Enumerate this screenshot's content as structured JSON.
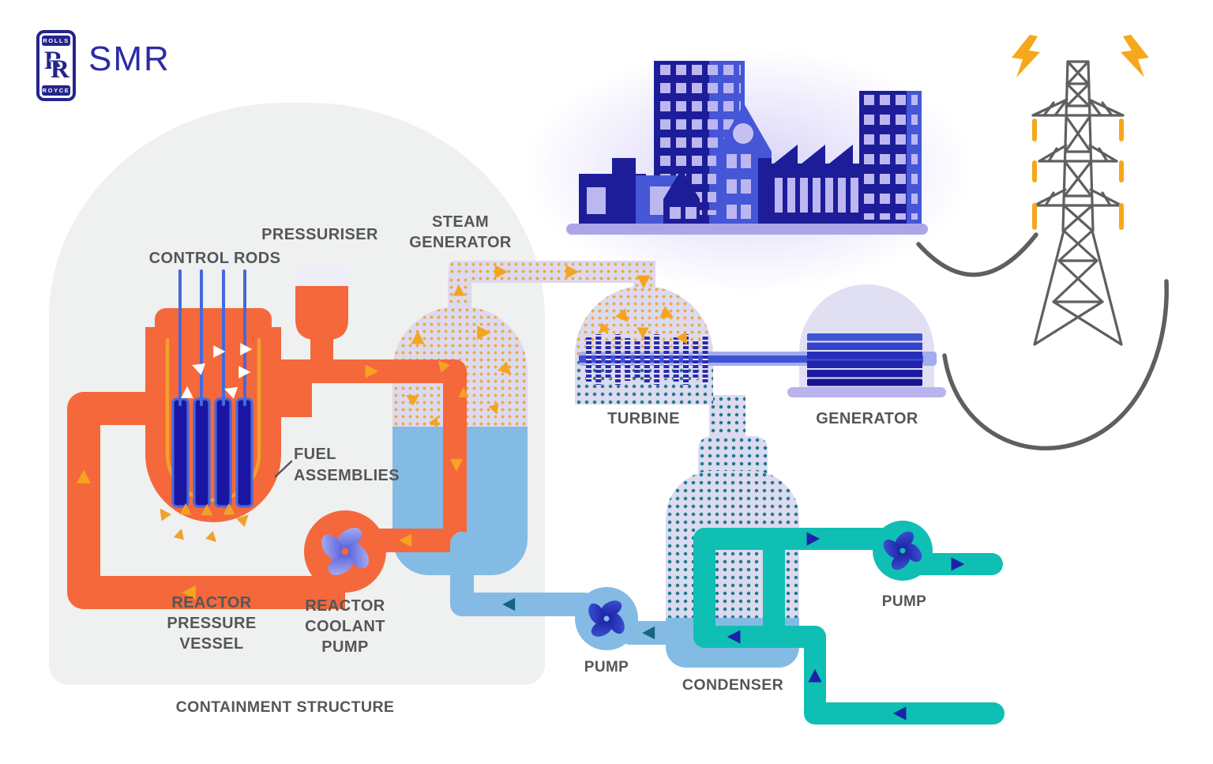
{
  "brand": {
    "logo_top": "ROLLS",
    "logo_monogram": "RR",
    "logo_bottom": "ROYCE",
    "product": "SMR"
  },
  "labels": {
    "control_rods": "CONTROL RODS",
    "pressuriser": "PRESSURISER",
    "steam_generator": [
      "STEAM",
      "GENERATOR"
    ],
    "fuel_assemblies": [
      "FUEL",
      "ASSEMBLIES"
    ],
    "reactor_pressure_vessel": [
      "REACTOR",
      "PRESSURE",
      "VESSEL"
    ],
    "reactor_coolant_pump": [
      "REACTOR",
      "COOLANT",
      "PUMP"
    ],
    "containment_structure": "CONTAINMENT STRUCTURE",
    "turbine": "TURBINE",
    "generator": "GENERATOR",
    "condenser": "CONDENSER",
    "feedwater_pump": "PUMP",
    "cooling_pump": "PUMP"
  },
  "icons": {
    "lightning_bolt": "zigzag-bolt-shape",
    "pump_impeller": "four-lobe-pinwheel",
    "power_pylon": "lattice-tower-line-art"
  },
  "colors": {
    "primary_orange": "#F5683B",
    "flow_yellow": "#F5A41F",
    "dot_yellow": "#F0A83B",
    "navy": "#1D1D99",
    "medium_blue": "#4556D6",
    "window_lavender": "#BDB7F1",
    "vessel_lavender": "#DCDAEE",
    "water_blue": "#84BBE5",
    "cooling_teal": "#0FBFB4",
    "dot_teal": "#1D7B93",
    "shaft_blue": "#3D52D5",
    "containment_gray": "#EFF0F0",
    "label_gray": "#55565A",
    "line_gray": "#5E5F61",
    "brand_blue": "#24248C"
  }
}
